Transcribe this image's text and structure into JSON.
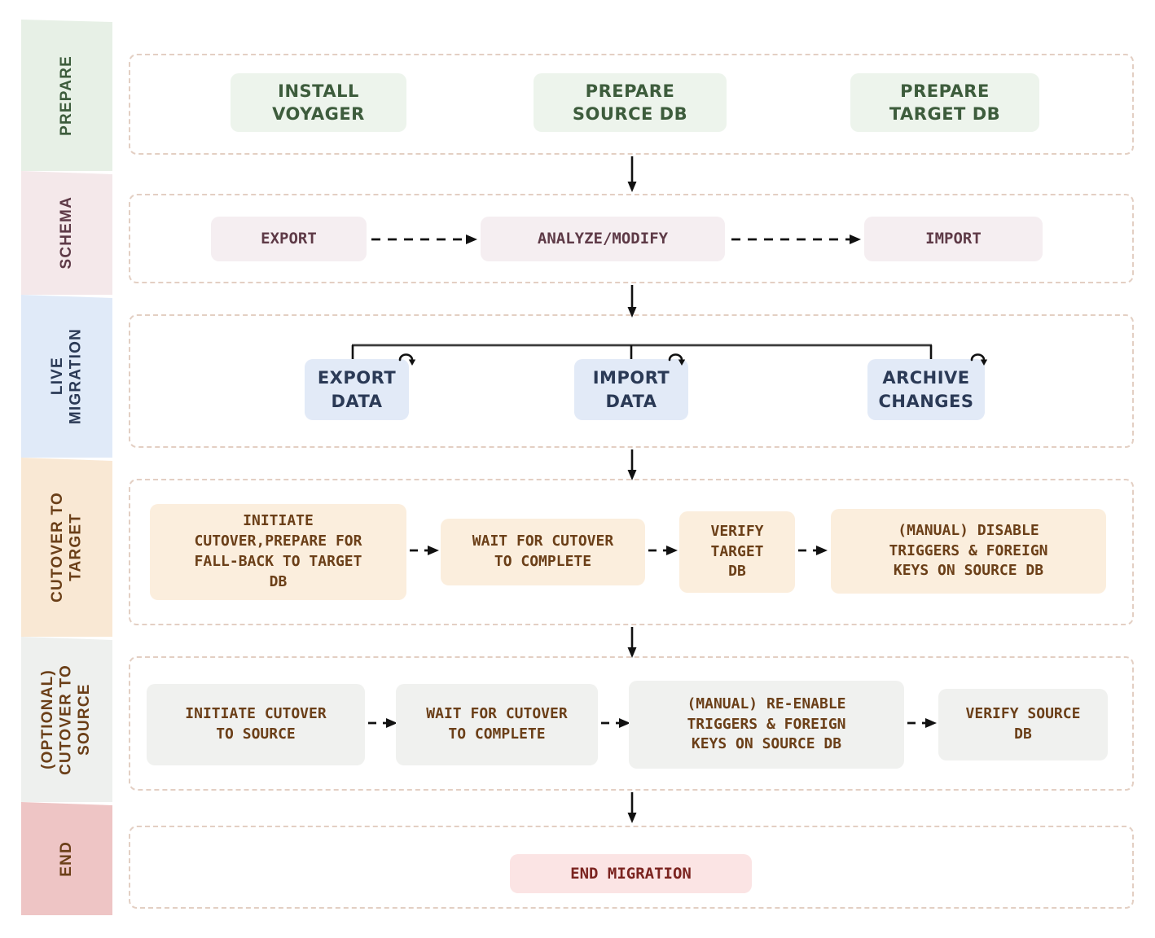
{
  "diagram": {
    "title": "YugabyteDB Voyager live migration workflow",
    "colors": {
      "prepare_fill": "#edf4ec",
      "prepare_text": "#3d5c3c",
      "prepare_rail": "#e7f0e6",
      "schema_fill": "#f5eef1",
      "schema_text": "#5e3a47",
      "schema_rail": "#f4e8ea",
      "live_fill": "#e2eaf7",
      "live_text": "#2b3a56",
      "live_rail": "#e0eaf8",
      "cutover_fill": "#fbeedd",
      "cutover_text": "#6b3f18",
      "cutover_rail": "#f9e8d4",
      "optional_fill": "#f0f1ef",
      "optional_text": "#6b3f18",
      "optional_rail": "#eef0ee",
      "end_fill": "#fbe4e4",
      "end_text": "#7b2420",
      "end_rail": "#eec5c5",
      "container_border": "#e3cfc3",
      "arrow": "#111111"
    },
    "rail": [
      {
        "key": "prepare",
        "label": "PREPARE"
      },
      {
        "key": "schema",
        "label": "SCHEMA"
      },
      {
        "key": "live",
        "label": "LIVE\nMIGRATION"
      },
      {
        "key": "cutover",
        "label": "CUTOVER TO\nTARGET"
      },
      {
        "key": "optional",
        "label": "(OPTIONAL)\nCUTOVER TO\nSOURCE"
      },
      {
        "key": "end",
        "label": "END"
      }
    ],
    "sections": {
      "prepare": {
        "nodes": [
          {
            "label": "INSTALL\nVOYAGER"
          },
          {
            "label": "PREPARE\nSOURCE DB"
          },
          {
            "label": "PREPARE\nTARGET DB"
          }
        ]
      },
      "schema": {
        "nodes": [
          {
            "label": "EXPORT"
          },
          {
            "label": "ANALYZE/MODIFY"
          },
          {
            "label": "IMPORT"
          }
        ]
      },
      "live": {
        "nodes": [
          {
            "label": "EXPORT\nDATA",
            "loop": "loop-icon"
          },
          {
            "label": "IMPORT\nDATA",
            "loop": "loop-icon"
          },
          {
            "label": "ARCHIVE\nCHANGES",
            "loop": "loop-icon"
          }
        ]
      },
      "cutover": {
        "nodes": [
          {
            "label": "INITIATE\nCUTOVER,PREPARE FOR\nFALL-BACK TO TARGET\nDB"
          },
          {
            "label": "WAIT FOR CUTOVER\nTO COMPLETE"
          },
          {
            "label": "VERIFY\nTARGET\nDB"
          },
          {
            "label": "(MANUAL) DISABLE\nTRIGGERS & FOREIGN\nKEYS ON SOURCE DB"
          }
        ]
      },
      "optional": {
        "nodes": [
          {
            "label": "INITIATE CUTOVER\nTO SOURCE"
          },
          {
            "label": "WAIT FOR CUTOVER\nTO COMPLETE"
          },
          {
            "label": "(MANUAL) RE-ENABLE\nTRIGGERS & FOREIGN\nKEYS ON SOURCE DB"
          },
          {
            "label": "VERIFY SOURCE\nDB"
          }
        ]
      },
      "end": {
        "nodes": [
          {
            "label": "END MIGRATION"
          }
        ]
      }
    }
  }
}
